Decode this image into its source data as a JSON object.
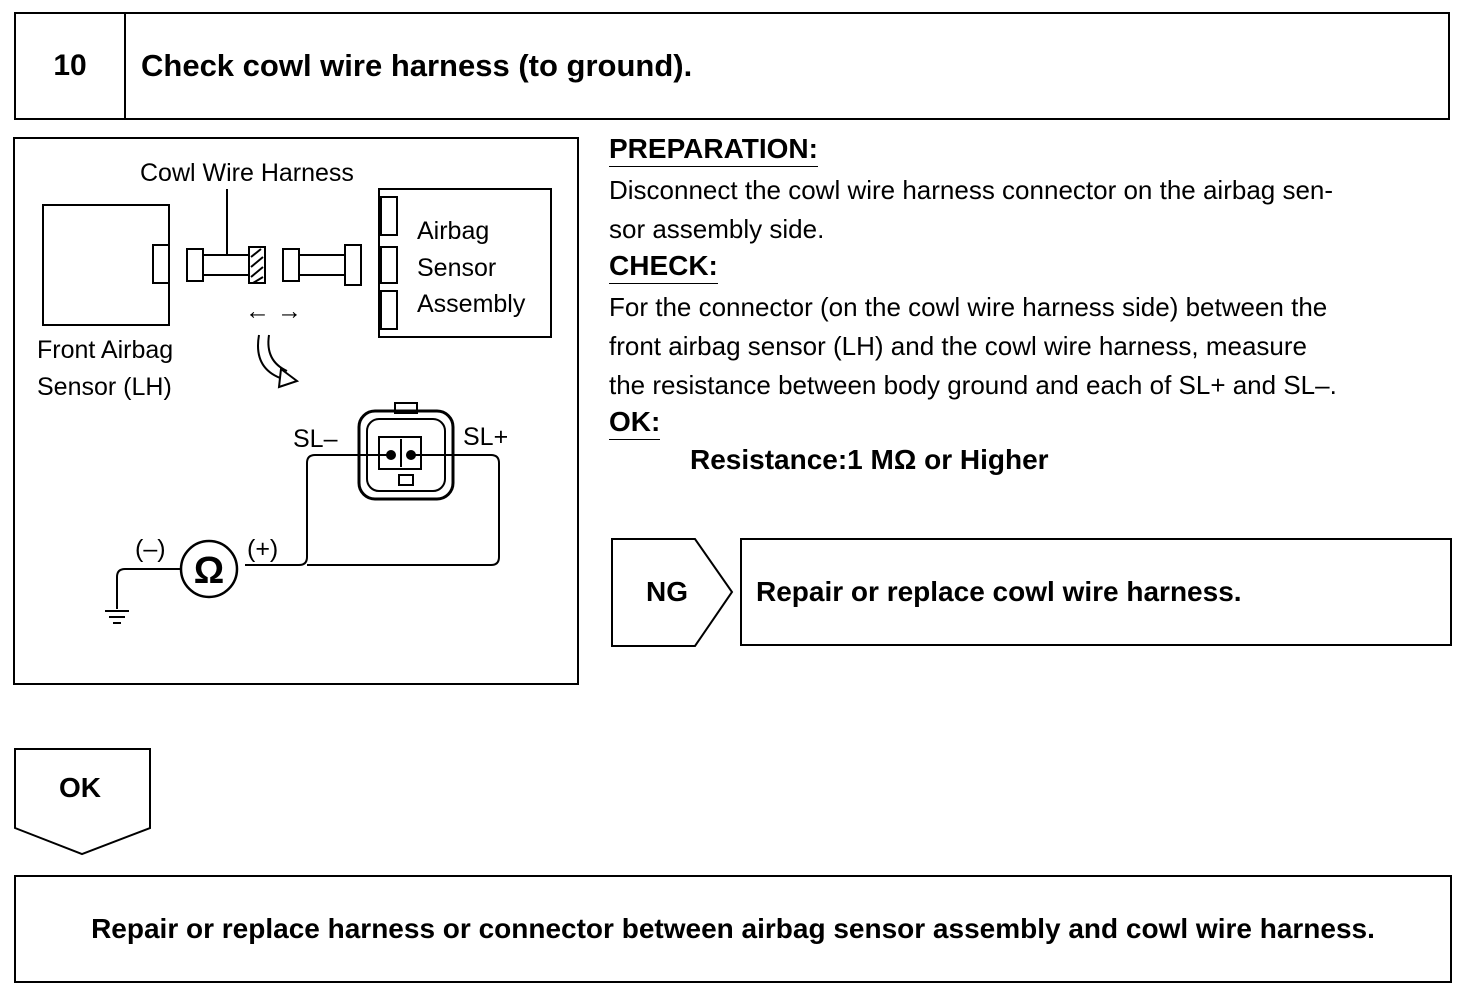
{
  "step": {
    "number": "10",
    "title": "Check cowl wire harness (to ground)."
  },
  "diagram": {
    "cowl_wire_harness": "Cowl Wire Harness",
    "airbag_line1": "Airbag",
    "airbag_line2": "Sensor",
    "airbag_line3": "Assembly",
    "front_line1": "Front Airbag",
    "front_line2": "Sensor (LH)",
    "sl_minus": "SL–",
    "sl_plus": "SL+",
    "meter_minus": "(–)",
    "meter_plus": "(+)",
    "ohm_symbol": "Ω",
    "disconnect_arrows": "← →"
  },
  "instructions": {
    "preparation_heading": "PREPARATION:",
    "preparation_line1": "Disconnect the cowl wire harness connector on the airbag sen-",
    "preparation_line2": "sor assembly side.",
    "check_heading": "CHECK:",
    "check_line1": "For the connector (on the cowl wire harness side) between the",
    "check_line2": "front airbag sensor (LH) and the cowl wire harness, measure",
    "check_line3": "the resistance between body ground and each of SL+ and SL–.",
    "ok_heading": "OK:",
    "spec": "Resistance:1 MΩ or Higher"
  },
  "ng": {
    "label": "NG",
    "action": "Repair or replace cowl wire harness."
  },
  "ok": {
    "label": "OK",
    "action": "Repair or replace harness or connector between airbag sensor assembly and cowl wire harness."
  }
}
